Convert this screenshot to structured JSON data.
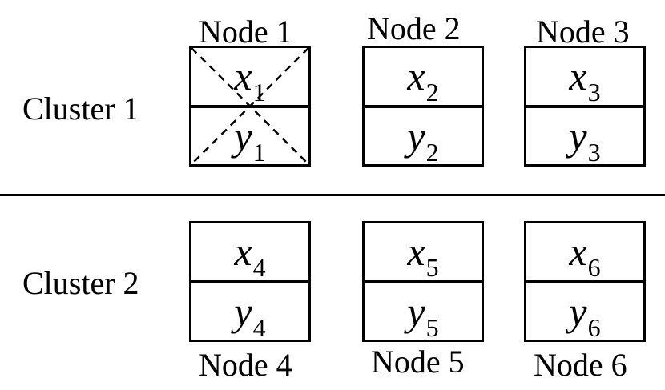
{
  "clusters": [
    {
      "label": "Cluster 1",
      "nodes": [
        {
          "label": "Node 1",
          "x_var": "x",
          "x_sub": "1",
          "y_var": "y",
          "y_sub": "1",
          "failed": true
        },
        {
          "label": "Node 2",
          "x_var": "x",
          "x_sub": "2",
          "y_var": "y",
          "y_sub": "2",
          "failed": false
        },
        {
          "label": "Node 3",
          "x_var": "x",
          "x_sub": "3",
          "y_var": "y",
          "y_sub": "3",
          "failed": false
        }
      ]
    },
    {
      "label": "Cluster 2",
      "nodes": [
        {
          "label": "Node 4",
          "x_var": "x",
          "x_sub": "4",
          "y_var": "y",
          "y_sub": "4",
          "failed": false
        },
        {
          "label": "Node 5",
          "x_var": "x",
          "x_sub": "5",
          "y_var": "y",
          "y_sub": "5",
          "failed": false
        },
        {
          "label": "Node 6",
          "x_var": "x",
          "x_sub": "6",
          "y_var": "y",
          "y_sub": "6",
          "failed": false
        }
      ]
    }
  ],
  "colors": {
    "stroke": "#000000",
    "background": "#ffffff"
  }
}
